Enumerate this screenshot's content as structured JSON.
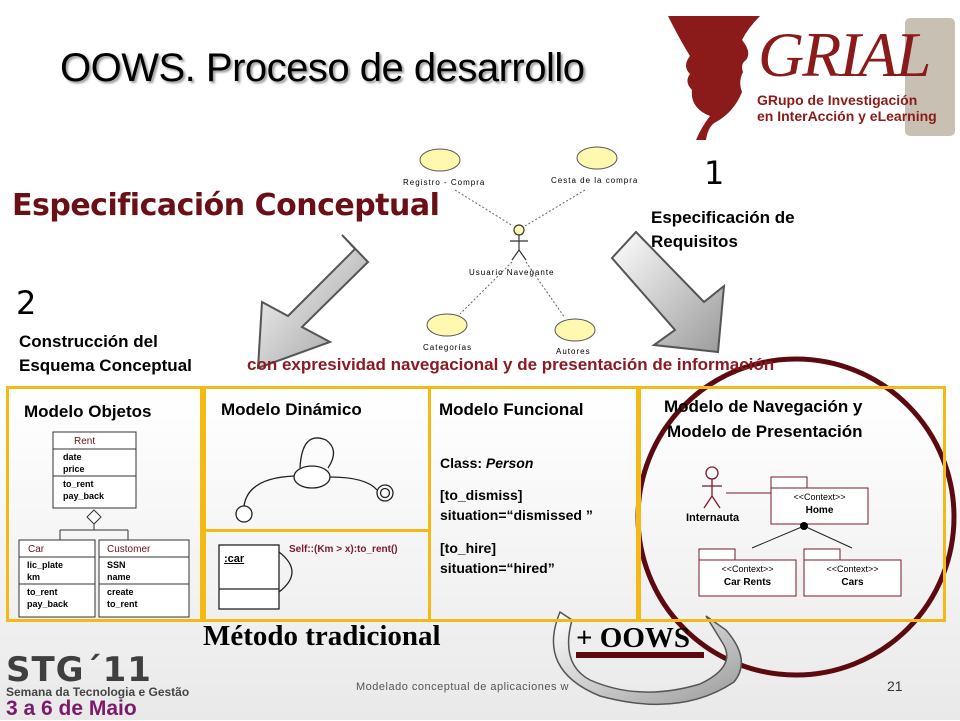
{
  "slide": {
    "title": "OOWS. Proceso de desarrollo",
    "heading": "Especificación Conceptual",
    "step1": {
      "number": "1",
      "label_line1": "Especificación de",
      "label_line2": "Requisitos"
    },
    "step2": {
      "number": "2",
      "label_line1": "Construcción del",
      "label_line2": "Esquema Conceptual"
    },
    "subtitle": "con expresividad navegacional y de presentación de información"
  },
  "logo": {
    "name": "GRIAL",
    "line1": "GRupo de Investigación",
    "line2": "en InterAcción y eLearning"
  },
  "use_case": {
    "registro": "Registro - Compra",
    "cesta": "Cesta de la compra",
    "usuario": "Usuario Navegante",
    "categorias": "Categorías",
    "autores": "Autores"
  },
  "models": {
    "objetos": {
      "title": "Modelo Objetos",
      "rent": {
        "name": "Rent",
        "attrs": [
          "date",
          "price"
        ],
        "ops": [
          "to_rent",
          "pay_back"
        ]
      },
      "car": {
        "name": "Car",
        "attrs": [
          "lic_plate",
          "km"
        ],
        "ops": [
          "to_rent",
          "pay_back"
        ]
      },
      "customer": {
        "name": "Customer",
        "attrs": [
          "SSN",
          "name"
        ],
        "ops": [
          "create",
          "to_rent"
        ]
      }
    },
    "dinamico": {
      "title": "Modelo Dinámico",
      "object": ":car",
      "trigger": "Self::(Km > x):to_rent()"
    },
    "funcional": {
      "title": "Modelo Funcional",
      "class_label": "Class: ",
      "class_name": "Person",
      "rule1_event": "[to_dismiss]",
      "rule1_value": "situation=“dismissed ”",
      "rule2_event": "[to_hire]",
      "rule2_value": "situation=“hired”"
    },
    "navegacion": {
      "title_line1": "Modelo de Navegación y",
      "title_line2": "Modelo de Presentación",
      "actor": "Internauta",
      "home_stereotype": "<<Context>>",
      "home": "Home",
      "rents_stereotype": "<<Context>>",
      "rents": "Car Rents",
      "cars_stereotype": "<<Context>>",
      "cars": "Cars"
    }
  },
  "bottom": {
    "traditional": "Método tradicional",
    "plus": "+",
    "oows": "OOWS"
  },
  "conference": {
    "name": "STG´11",
    "subtitle": "Semana da Tecnologia e Gestão",
    "dates": "3 a 6 de Maio"
  },
  "footer": {
    "text": "Modelado conceptual de aplicaciones w",
    "page": "21"
  },
  "colors": {
    "heading": "#6b0f16",
    "subtitle": "#8b1a22",
    "box_border": "#f5b915",
    "circle": "#5c0a10",
    "logo": "#8b1a1a",
    "use_case_fill": "#fff9b0"
  }
}
